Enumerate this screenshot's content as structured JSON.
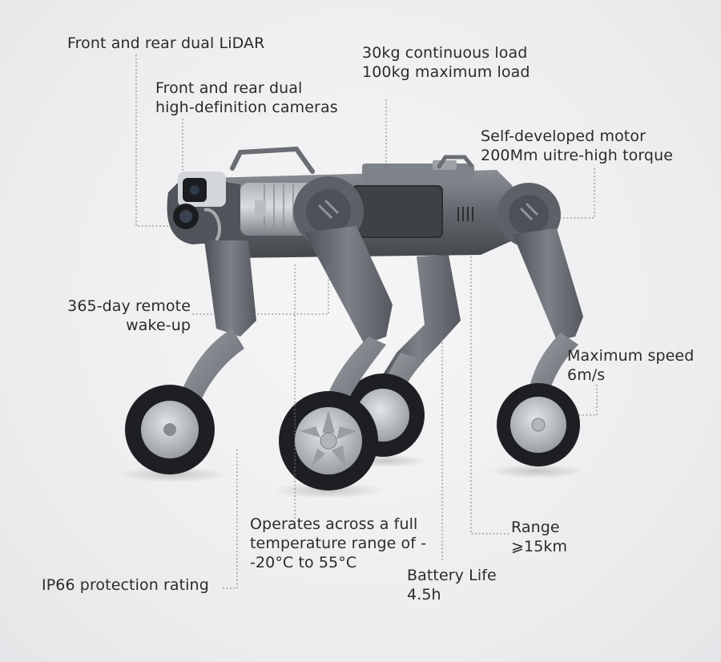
{
  "callouts": {
    "lidar": {
      "line1": "Front and rear dual LiDAR"
    },
    "load": {
      "line1": "30kg continuous load",
      "line2": "100kg maximum load"
    },
    "cameras": {
      "line1": "Front and rear dual",
      "line2": "high-definition cameras"
    },
    "motor": {
      "line1": "Self-developed motor",
      "line2": "200Mm uitre-high torque"
    },
    "wake": {
      "line1": "365-day remote",
      "line2": "wake-up"
    },
    "speed": {
      "line1": "Maximum speed",
      "line2": "6m/s"
    },
    "temperature": {
      "line1": "Operates across a full",
      "line2": "temperature range of -",
      "line3": "-20°C to 55°C"
    },
    "range": {
      "line1": "Range",
      "line2": "⩾15km"
    },
    "battery": {
      "line1": "Battery Life",
      "line2": "4.5h"
    },
    "ip": {
      "line1": "IP66 protection rating"
    }
  },
  "colors": {
    "body": "#5c6066",
    "body_light": "#8d9298",
    "tire": "#1e1f22",
    "rim": "#c4c8cc",
    "leader": "#7a7a80"
  }
}
